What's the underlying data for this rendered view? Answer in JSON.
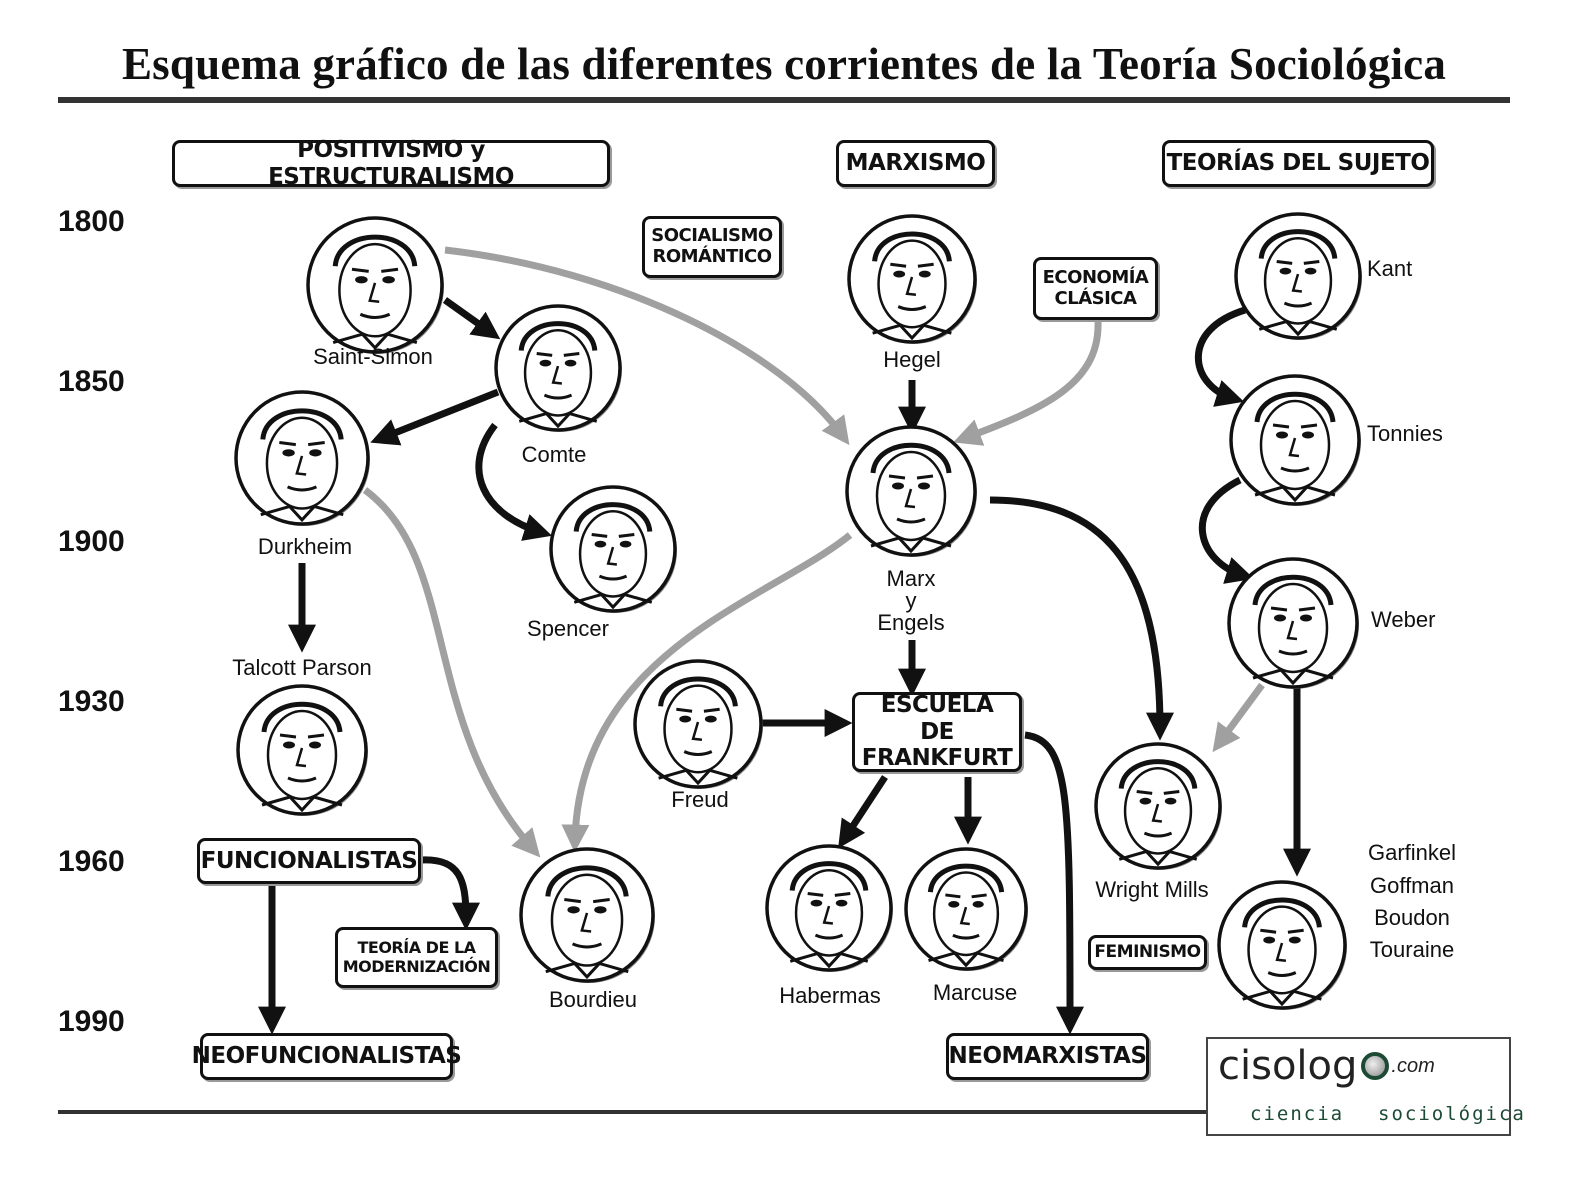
{
  "title": "Esquema gráfico de las diferentes corrientes de la Teoría Sociológica",
  "years": [
    "1800",
    "1850",
    "1900",
    "1930",
    "1960",
    "1990"
  ],
  "boxes": {
    "positivismo": "POSITIVISMO y ESTRUCTURALISMO",
    "marxismo": "MARXISMO",
    "sujeto": "TEORÍAS DEL SUJETO",
    "socialismo": "SOCIALISMO ROMÁNTICO",
    "economia": "ECONOMÍA CLÁSICA",
    "frankfurt": "ESCUELA DE FRANKFURT",
    "funcionalistas": "FUNCIONALISTAS",
    "modernizacion": "TEORÍA DE LA MODERNIZACIÓN",
    "neofuncionalistas": "NEOFUNCIONALISTAS",
    "neomarxistas": "NEOMARXISTAS",
    "feminismo": "FEMINISMO"
  },
  "people": {
    "saint_simon": "Saint-Simon",
    "comte": "Comte",
    "durkheim": "Durkheim",
    "spencer": "Spencer",
    "parsons": "Talcott Parson",
    "bourdieu": "Bourdieu",
    "hegel": "Hegel",
    "marx": "Marx",
    "y": "y",
    "engels": "Engels",
    "freud": "Freud",
    "habermas": "Habermas",
    "marcuse": "Marcuse",
    "kant": "Kant",
    "tonnies": "Tonnies",
    "weber": "Weber",
    "wright_mills": "Wright Mills",
    "garfinkel": "Garfinkel",
    "goffman": "Goffman",
    "boudon": "Boudon",
    "touraine": "Touraine"
  },
  "arrow_colors": {
    "direct": "#111111",
    "influence": "#a0a0a0"
  },
  "logo": {
    "main": "cisolog",
    "com": ".com",
    "sub_left": "ciencia",
    "sub_right": "sociológica",
    "color": "#1c4a35"
  }
}
